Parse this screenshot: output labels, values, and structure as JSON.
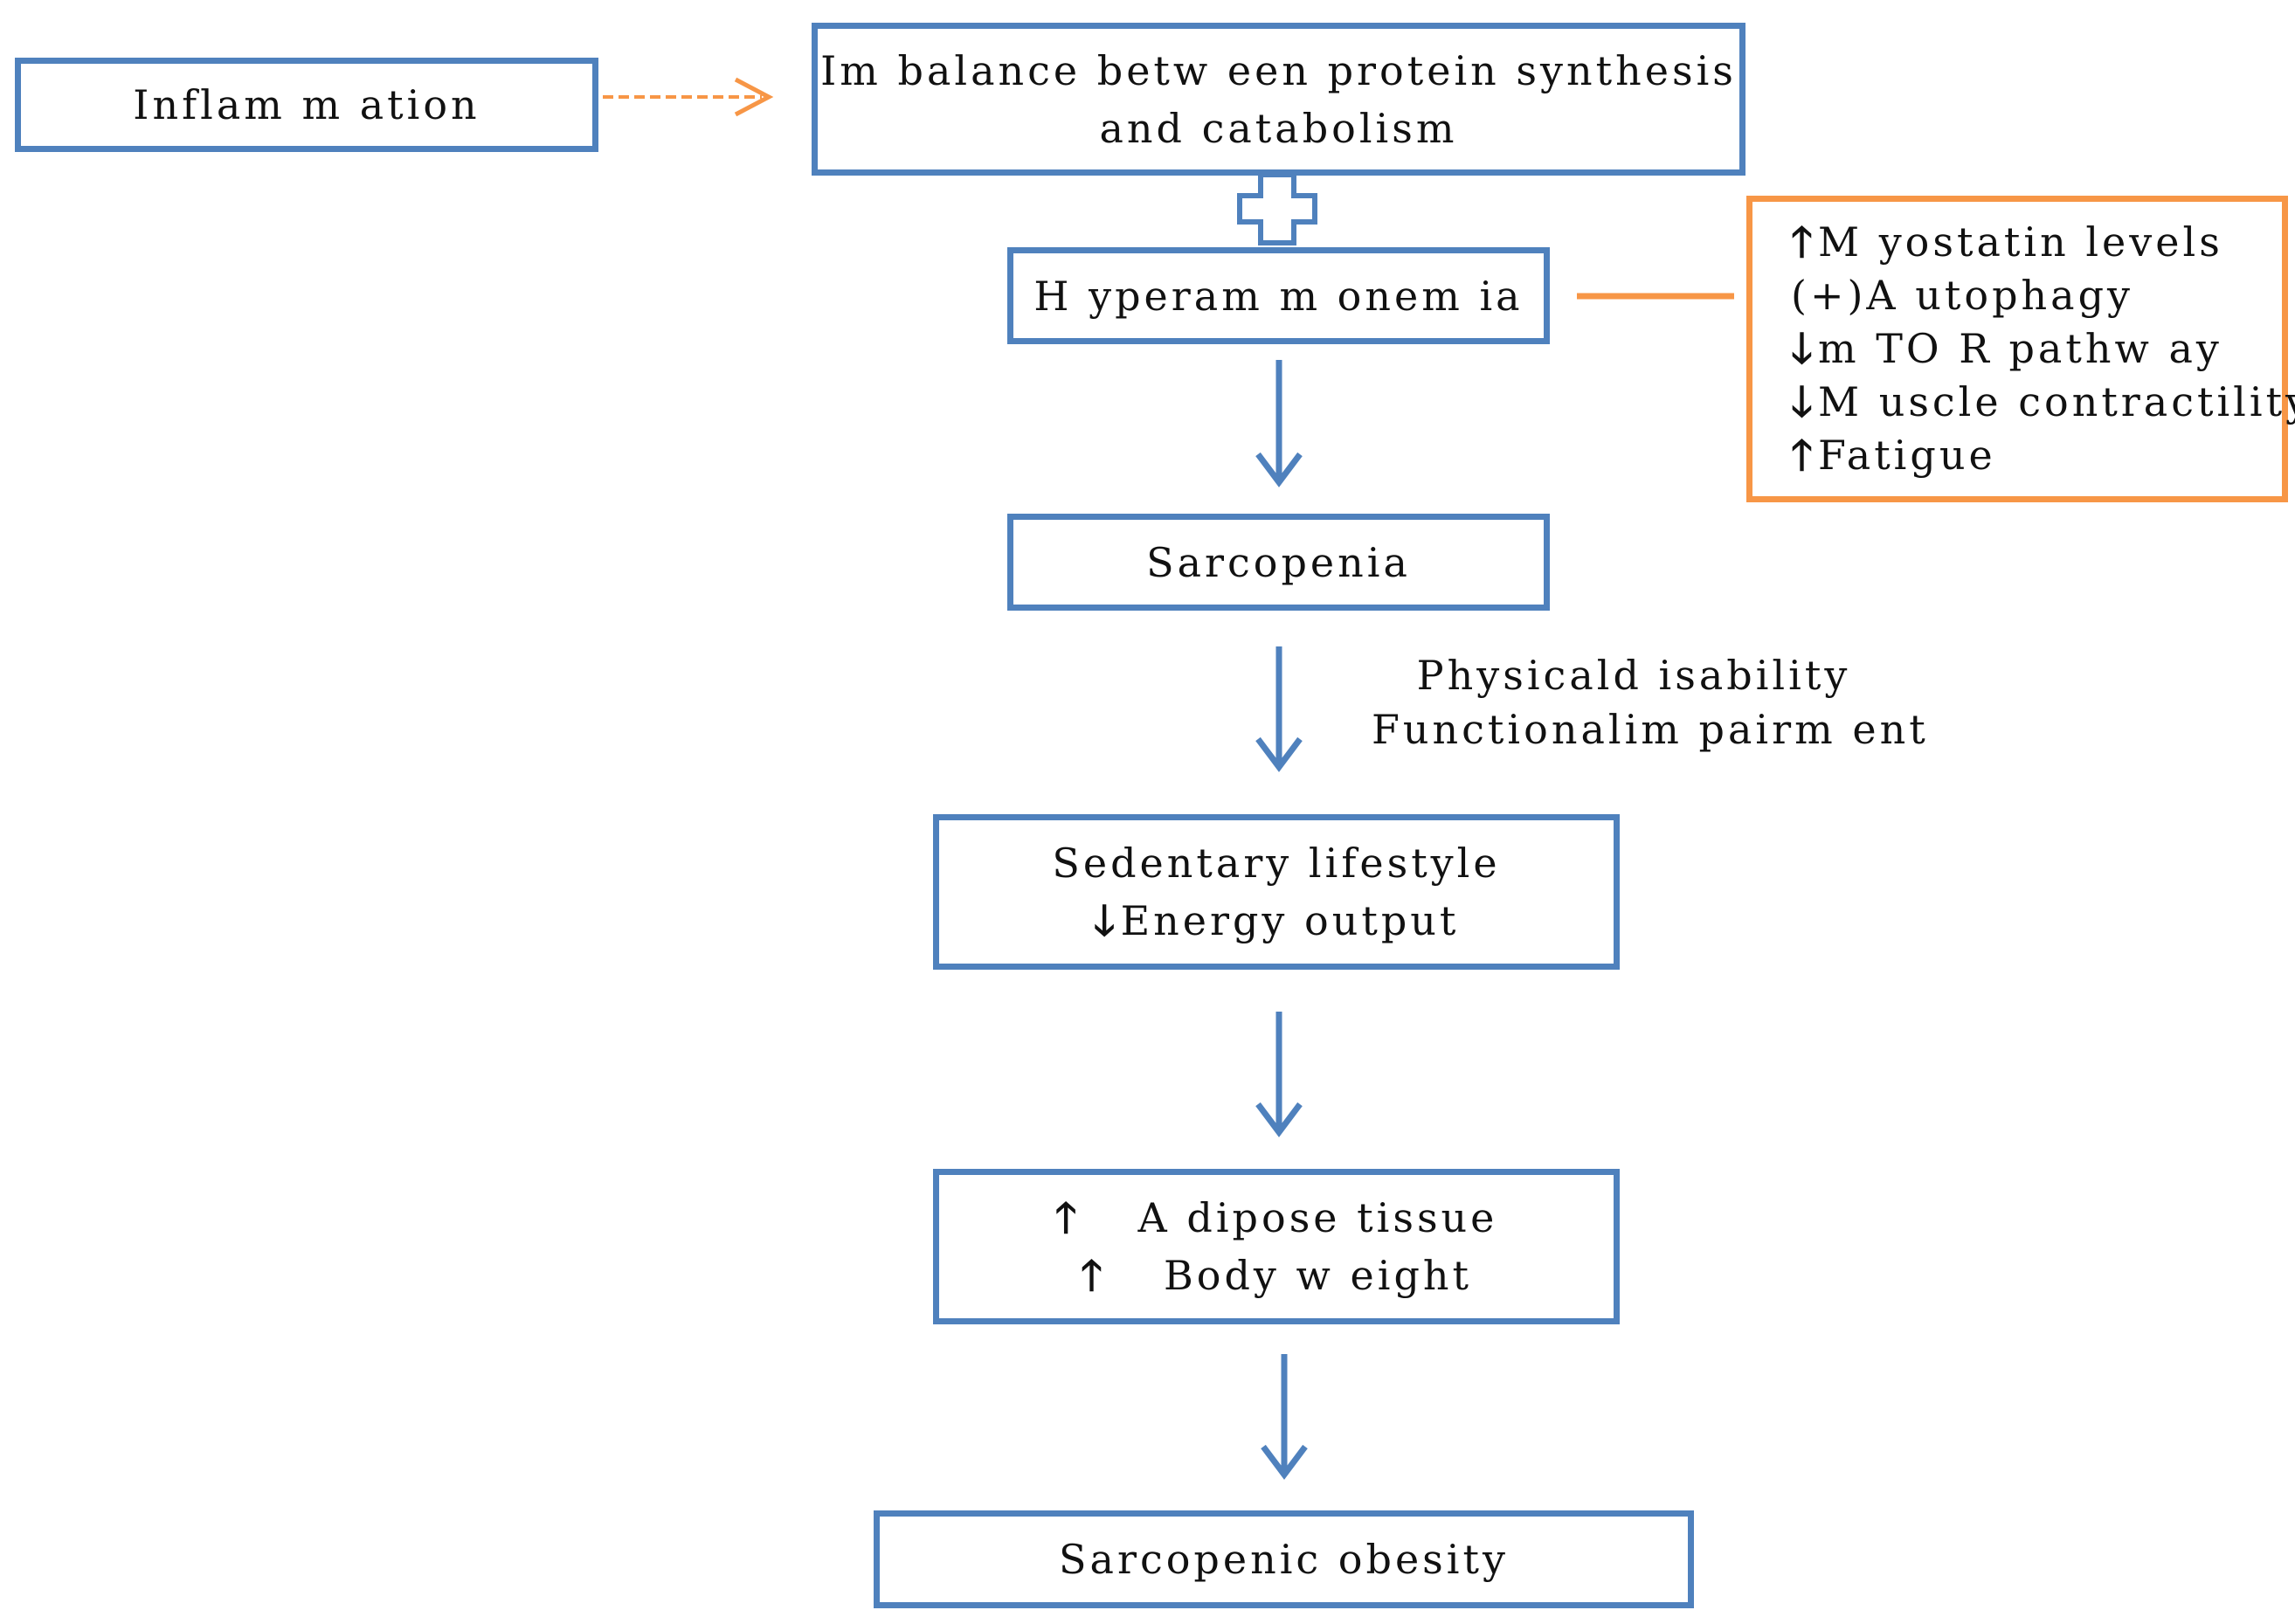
{
  "colors": {
    "box_border": "#4f81bd",
    "arrow": "#4f81bd",
    "accent": "#f79646",
    "text": "#111111"
  },
  "nodes": {
    "inflammation": "Inflam m ation",
    "imbalance": {
      "line1": "Im balance betw een protein synthesis",
      "line2": "and catabolism"
    },
    "hyperammonemia": "H yperam m onem ia",
    "effects": [
      {
        "icon": "arrow-up-icon",
        "label": "M yostatin levels"
      },
      {
        "icon": "",
        "label": "(+)A utophagy"
      },
      {
        "icon": "arrow-down-icon",
        "label": "m TO R pathw ay"
      },
      {
        "icon": "arrow-down-icon",
        "label": "M uscle contractility"
      },
      {
        "icon": "arrow-up-icon",
        "label": "Fatigue"
      }
    ],
    "sarcopenia": "Sarcopenia",
    "consequences": {
      "line1": "Physicald isability",
      "line2": "Functionalim pairm ent"
    },
    "sedentary": {
      "line1": "Sedentary lifestyle",
      "line2_icon": "arrow-down-icon",
      "line2": "Energy output"
    },
    "adipose": {
      "line1_icon": "arrow-up-icon",
      "line1": "A dipose tissue",
      "line2_icon": "arrow-up-icon",
      "line2": "Body w eight"
    },
    "sarcopenic_obesity": "Sarcopenic obesity"
  },
  "connectors": [
    {
      "from": "inflammation",
      "to": "imbalance",
      "style": "dashed",
      "color": "accent"
    },
    {
      "from": "imbalance",
      "to": "hyperammonemia",
      "style": "plus",
      "color": "box_border"
    },
    {
      "from": "hyperammonemia",
      "to": "effects",
      "style": "line",
      "color": "accent"
    },
    {
      "from": "hyperammonemia",
      "to": "sarcopenia",
      "style": "arrow",
      "color": "arrow"
    },
    {
      "from": "sarcopenia",
      "to": "sedentary",
      "style": "arrow",
      "color": "arrow"
    },
    {
      "from": "sedentary",
      "to": "adipose",
      "style": "arrow",
      "color": "arrow"
    },
    {
      "from": "adipose",
      "to": "sarcopenic_obesity",
      "style": "arrow",
      "color": "arrow"
    }
  ]
}
